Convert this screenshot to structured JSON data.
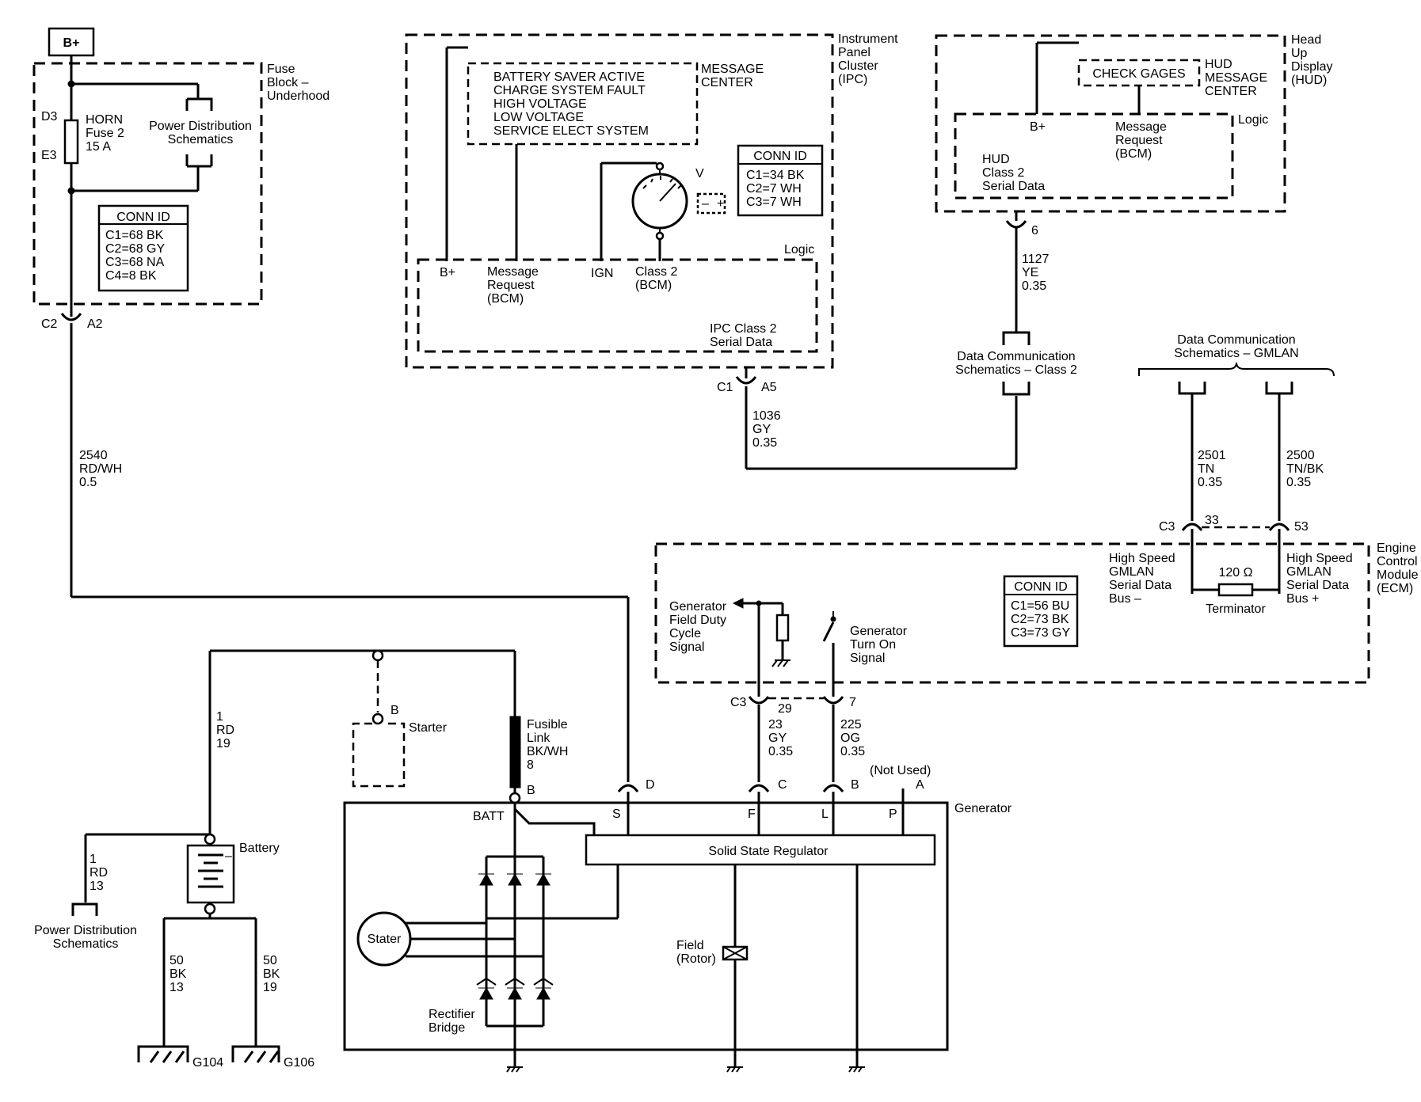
{
  "bplus": "B+",
  "fuse_block": {
    "title": [
      "Fuse",
      "Block –",
      "Underhood"
    ],
    "d3": "D3",
    "e3": "E3",
    "fuse": [
      "HORN",
      "Fuse 2",
      "15 A"
    ],
    "pds": [
      "Power Distribution",
      "Schematics"
    ],
    "conn_title": "CONN ID",
    "conn": [
      "C1=68 BK",
      "C2=68 GY",
      "C3=68 NA",
      "C4=8 BK"
    ],
    "c2": "C2",
    "a2": "A2"
  },
  "wire_2540": [
    "2540",
    "RD/WH",
    "0.5"
  ],
  "ipc": {
    "title": [
      "Instrument",
      "Panel",
      "Cluster",
      "(IPC)"
    ],
    "messages": [
      "BATTERY SAVER ACTIVE",
      "CHARGE SYSTEM FAULT",
      "HIGH VOLTAGE",
      "LOW VOLTAGE",
      "SERVICE ELECT SYSTEM"
    ],
    "message_center": [
      "MESSAGE",
      "CENTER"
    ],
    "v": "V",
    "conn_title": "CONN ID",
    "conn": [
      "C1=34 BK",
      "C2=7 WH",
      "C3=7 WH"
    ],
    "logic": "Logic",
    "bplus": "B+",
    "msg_req": [
      "Message",
      "Request",
      "(BCM)"
    ],
    "ign": "IGN",
    "class2": [
      "Class 2",
      "(BCM)"
    ],
    "serial": [
      "IPC Class 2",
      "Serial Data"
    ],
    "c1": "C1",
    "a5": "A5"
  },
  "wire_1036": [
    "1036",
    "GY",
    "0.35"
  ],
  "hud": {
    "title": [
      "Head",
      "Up",
      "Display",
      "(HUD)"
    ],
    "check": "CHECK GAGES",
    "msg_center": [
      "HUD",
      "MESSAGE",
      "CENTER"
    ],
    "logic": "Logic",
    "bplus": "B+",
    "msg_req": [
      "Message",
      "Request",
      "(BCM)"
    ],
    "serial": [
      "HUD",
      "Class 2",
      "Serial Data"
    ],
    "pin": "6"
  },
  "wire_1127": [
    "1127",
    "YE",
    "0.35"
  ],
  "dc_class2": [
    "Data Communication",
    "Schematics – Class 2"
  ],
  "dc_gmlan": [
    "Data Communication",
    "Schematics – GMLAN"
  ],
  "wire_2501": [
    "2501",
    "TN",
    "0.35"
  ],
  "wire_2500": [
    "2500",
    "TN/BK",
    "0.35"
  ],
  "ecm": {
    "title": [
      "Engine",
      "Control",
      "Module",
      "(ECM)"
    ],
    "c3": "C3",
    "pin33": "33",
    "pin53": "53",
    "hs_minus": [
      "High Speed",
      "GMLAN",
      "Serial Data",
      "Bus –"
    ],
    "hs_plus": [
      "High Speed",
      "GMLAN",
      "Serial Data",
      "Bus +"
    ],
    "ohm": "120 Ω",
    "terminator": "Terminator",
    "conn_title": "CONN ID",
    "conn": [
      "C1=56 BU",
      "C2=73 BK",
      "C3=73 GY"
    ],
    "field_duty": [
      "Generator",
      "Field Duty",
      "Cycle",
      "Signal"
    ],
    "turn_on": [
      "Generator",
      "Turn On",
      "Signal"
    ],
    "c3b": "C3",
    "pin29": "29",
    "pin7": "7"
  },
  "wire_23": [
    "23",
    "GY",
    "0.35"
  ],
  "wire_225": [
    "225",
    "OG",
    "0.35"
  ],
  "starter": {
    "label": "Starter",
    "b": "B"
  },
  "fusible": [
    "Fusible",
    "Link",
    "BK/WH",
    "8"
  ],
  "fusible_b": "B",
  "wire_1rd19": [
    "1",
    "RD",
    "19"
  ],
  "wire_1rd13": [
    "1",
    "RD",
    "13"
  ],
  "battery": "Battery",
  "pds_bottom": [
    "Power Distribution",
    "Schematics"
  ],
  "wire_50a": [
    "50",
    "BK",
    "13"
  ],
  "wire_50b": [
    "50",
    "BK",
    "19"
  ],
  "g104": "G104",
  "g106": "G106",
  "generator": {
    "title": "Generator",
    "d": "D",
    "c": "C",
    "b": "B",
    "a": "A",
    "not_used": "(Not Used)",
    "batt": "BATT",
    "s": "S",
    "f": "F",
    "l": "L",
    "p": "P",
    "regulator": "Solid State Regulator",
    "stater": "Stater",
    "field": [
      "Field",
      "(Rotor)"
    ],
    "rectifier": [
      "Rectifier",
      "Bridge"
    ]
  }
}
